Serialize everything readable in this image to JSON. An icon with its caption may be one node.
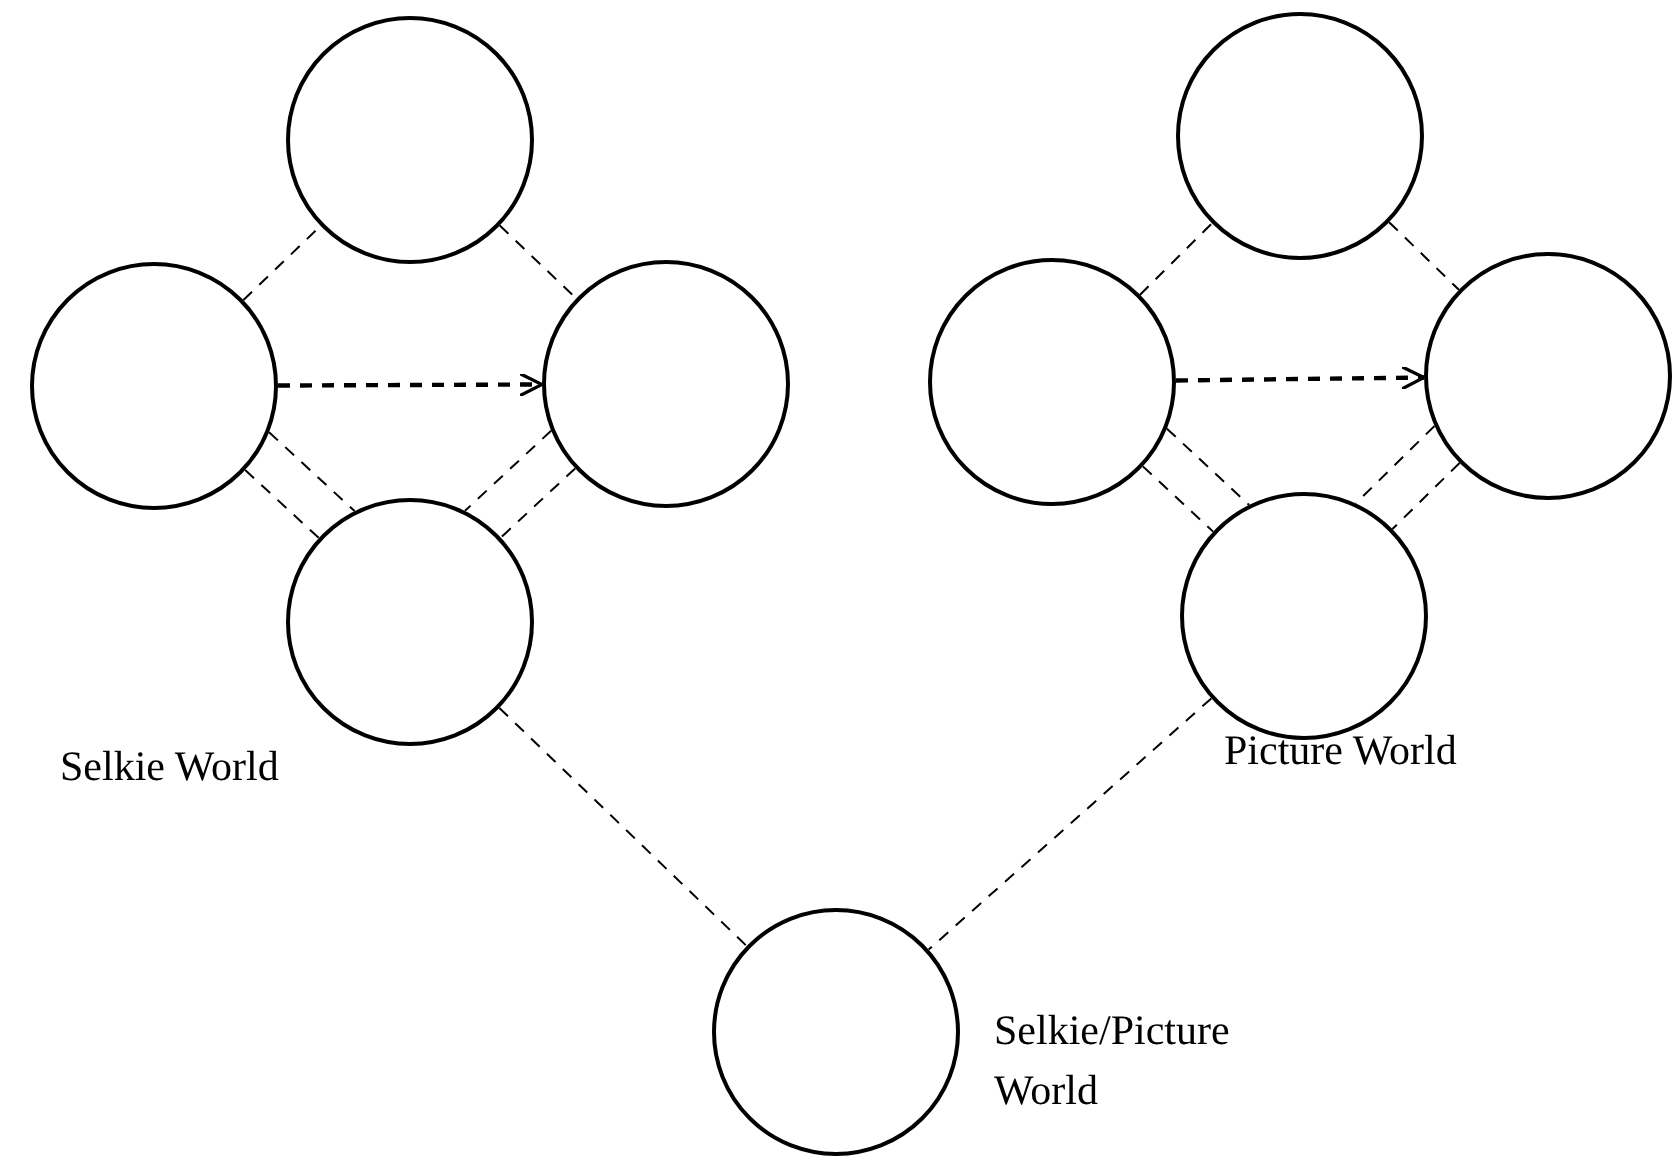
{
  "diagram": {
    "nodes": [
      {
        "text": [],
        "shape": "circle"
      },
      {
        "text": [],
        "shape": "circle"
      },
      {
        "text": [],
        "shape": "circle"
      },
      {
        "text": [],
        "shape": "circle"
      },
      {
        "text": [],
        "shape": "circle"
      },
      {
        "text": [],
        "shape": "circle"
      },
      {
        "text": [],
        "shape": "circle"
      },
      {
        "text": [],
        "shape": "circle"
      },
      {
        "text": [],
        "shape": "circle",
        "beside": [
          "Selkie/Picture World"
        ]
      }
    ],
    "edges": [
      {
        "from": 1,
        "to": 0,
        "arrow": "none",
        "style": "dashed"
      },
      {
        "from": 0,
        "to": 2,
        "arrow": "none",
        "style": "dashed"
      },
      {
        "from": 1,
        "to": 2,
        "arrow": "to",
        "style": "dashed"
      },
      {
        "from": 1,
        "to": 3,
        "arrow": "none",
        "style": "dashed"
      },
      {
        "from": 1,
        "to": 3,
        "arrow": "none",
        "style": "dashed"
      },
      {
        "from": 2,
        "to": 3,
        "arrow": "none",
        "style": "dashed"
      },
      {
        "from": 2,
        "to": 3,
        "arrow": "none",
        "style": "dashed"
      },
      {
        "from": 5,
        "to": 4,
        "arrow": "none",
        "style": "dashed"
      },
      {
        "from": 4,
        "to": 6,
        "arrow": "none",
        "style": "dashed"
      },
      {
        "from": 5,
        "to": 6,
        "arrow": "to",
        "style": "dashed"
      },
      {
        "from": 5,
        "to": 7,
        "arrow": "none",
        "style": "dashed"
      },
      {
        "from": 5,
        "to": 7,
        "arrow": "none",
        "style": "dashed"
      },
      {
        "from": 6,
        "to": 7,
        "arrow": "none",
        "style": "dashed"
      },
      {
        "from": 6,
        "to": 7,
        "arrow": "none",
        "style": "dashed"
      },
      {
        "from": 3,
        "to": 8,
        "arrow": "none",
        "style": "dashed"
      },
      {
        "from": 7,
        "to": 8,
        "arrow": "none",
        "style": "dashed"
      }
    ],
    "labels": [
      "Selkie World",
      "Picture World"
    ]
  }
}
